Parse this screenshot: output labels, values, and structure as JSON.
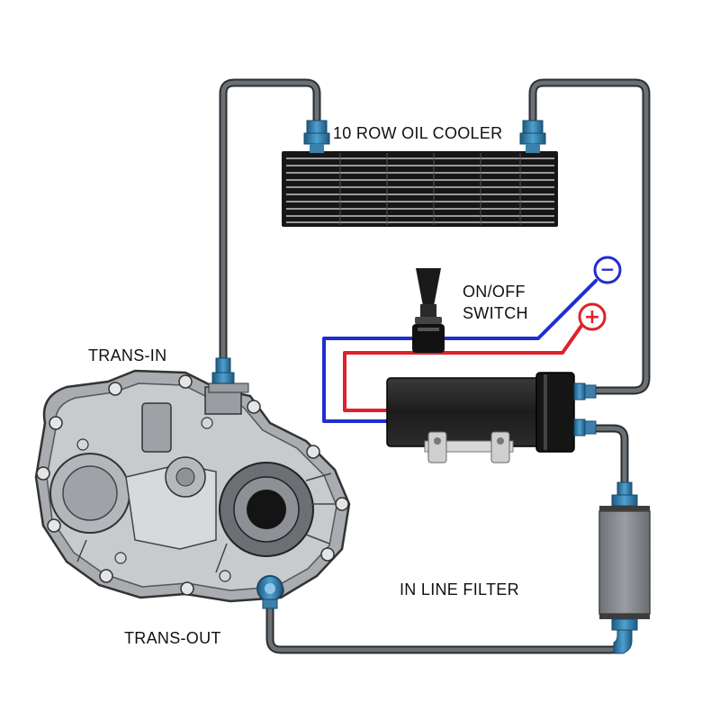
{
  "labels": {
    "oil_cooler": "10 ROW OIL COOLER",
    "switch_line1": "ON/OFF",
    "switch_line2": "SWITCH",
    "trans_in": "TRANS-IN",
    "trans_out": "TRANS-OUT",
    "inline_filter": "IN LINE FILTER"
  },
  "terminals": {
    "negative": "−",
    "positive": "+"
  },
  "colors": {
    "hose": "#555a5e",
    "fitting": "#2a6f9a",
    "negative_wire": "#1f2fd0",
    "positive_wire": "#e0202a",
    "pump_body": "#222222",
    "housing": "#b9bcbf"
  }
}
